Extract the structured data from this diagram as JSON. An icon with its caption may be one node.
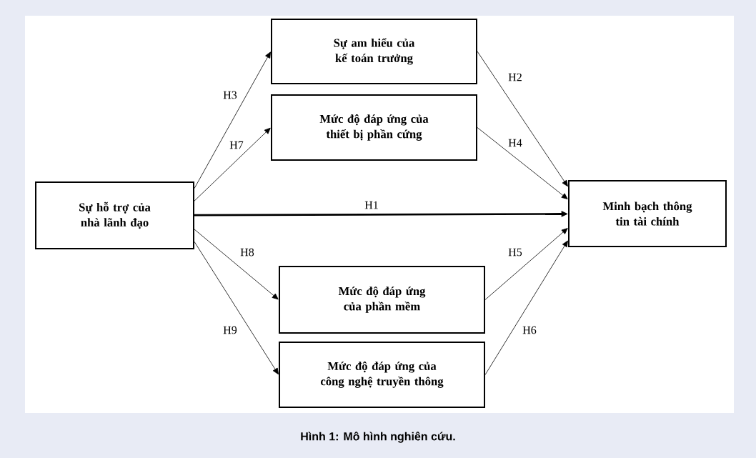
{
  "diagram": {
    "caption": "Hình 1: Mô hình nghiên cứu.",
    "nodes": [
      {
        "text": [
          "Sự am hiểu của kế toán trưởng"
        ]
      },
      {
        "text": [
          "Mức độ đáp ứng của thiết bị phần cứng"
        ]
      },
      {
        "text": [
          "Sự hỗ trợ của nhà lãnh đạo"
        ]
      },
      {
        "text": [
          "Minh bạch thông tin tài chính"
        ]
      },
      {
        "text": [
          "Mức độ đáp ứng của phần mềm"
        ]
      },
      {
        "text": [
          "Mức độ đáp ứng của công nghệ truyền thông"
        ]
      }
    ],
    "edges": [
      {
        "from": 2,
        "to": 0,
        "arrow": "to",
        "label": "H3"
      },
      {
        "from": 2,
        "to": 1,
        "arrow": "to",
        "label": "H7"
      },
      {
        "from": 2,
        "to": 3,
        "arrow": "to",
        "label": "H1",
        "style": "thick"
      },
      {
        "from": 2,
        "to": 4,
        "arrow": "to",
        "label": "H8"
      },
      {
        "from": 2,
        "to": 5,
        "arrow": "to",
        "label": "H9"
      },
      {
        "from": 0,
        "to": 3,
        "arrow": "to",
        "label": "H2"
      },
      {
        "from": 1,
        "to": 3,
        "arrow": "to",
        "label": "H4"
      },
      {
        "from": 4,
        "to": 3,
        "arrow": "to",
        "label": "H5"
      },
      {
        "from": 5,
        "to": 3,
        "arrow": "to",
        "label": "H6"
      }
    ]
  }
}
